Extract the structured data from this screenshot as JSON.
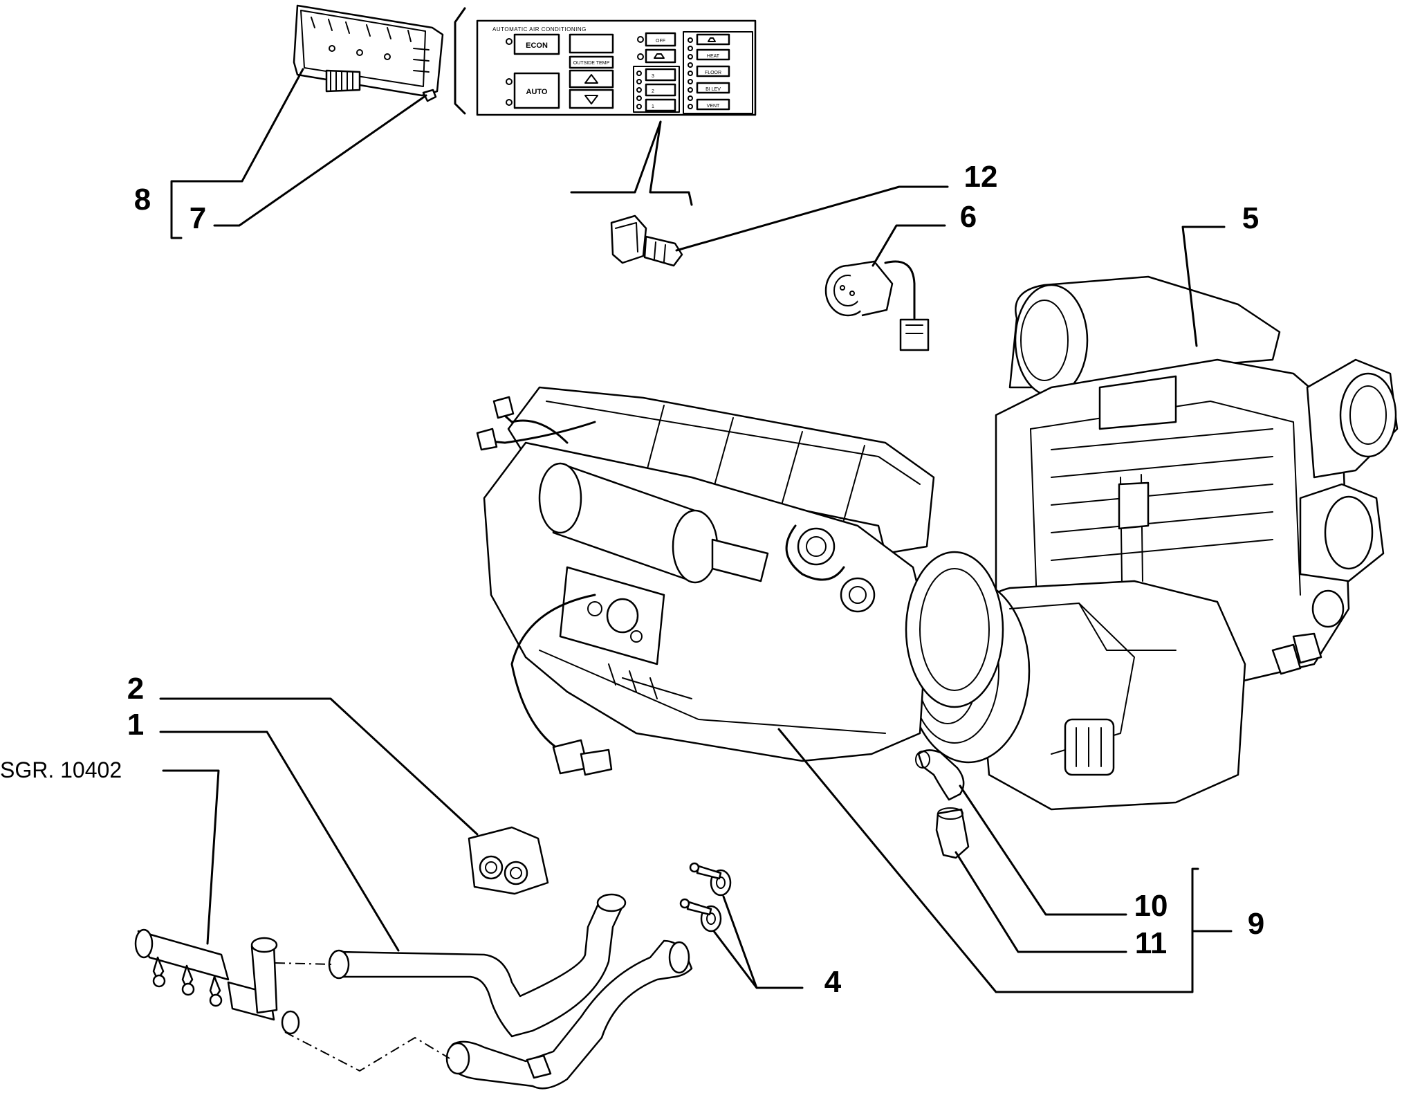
{
  "diagram": {
    "callouts": [
      {
        "id": "1",
        "label": "1"
      },
      {
        "id": "2",
        "label": "2"
      },
      {
        "id": "4",
        "label": "4"
      },
      {
        "id": "5",
        "label": "5"
      },
      {
        "id": "6",
        "label": "6"
      },
      {
        "id": "7",
        "label": "7"
      },
      {
        "id": "8",
        "label": "8"
      },
      {
        "id": "9",
        "label": "9"
      },
      {
        "id": "10",
        "label": "10"
      },
      {
        "id": "11",
        "label": "11"
      },
      {
        "id": "12",
        "label": "12"
      }
    ],
    "reference": "SGR. 10402"
  },
  "control_panel": {
    "title": "AUTOMATIC AIR CONDITIONING",
    "econ": "ECON",
    "auto": "AUTO",
    "outside_temp": "OUTSIDE TEMP",
    "fan_speeds": [
      "3",
      "2",
      "1"
    ],
    "off": "OFF",
    "modes": [
      "HEAT",
      "FLOOR",
      "BI LEV",
      "VENT"
    ]
  }
}
